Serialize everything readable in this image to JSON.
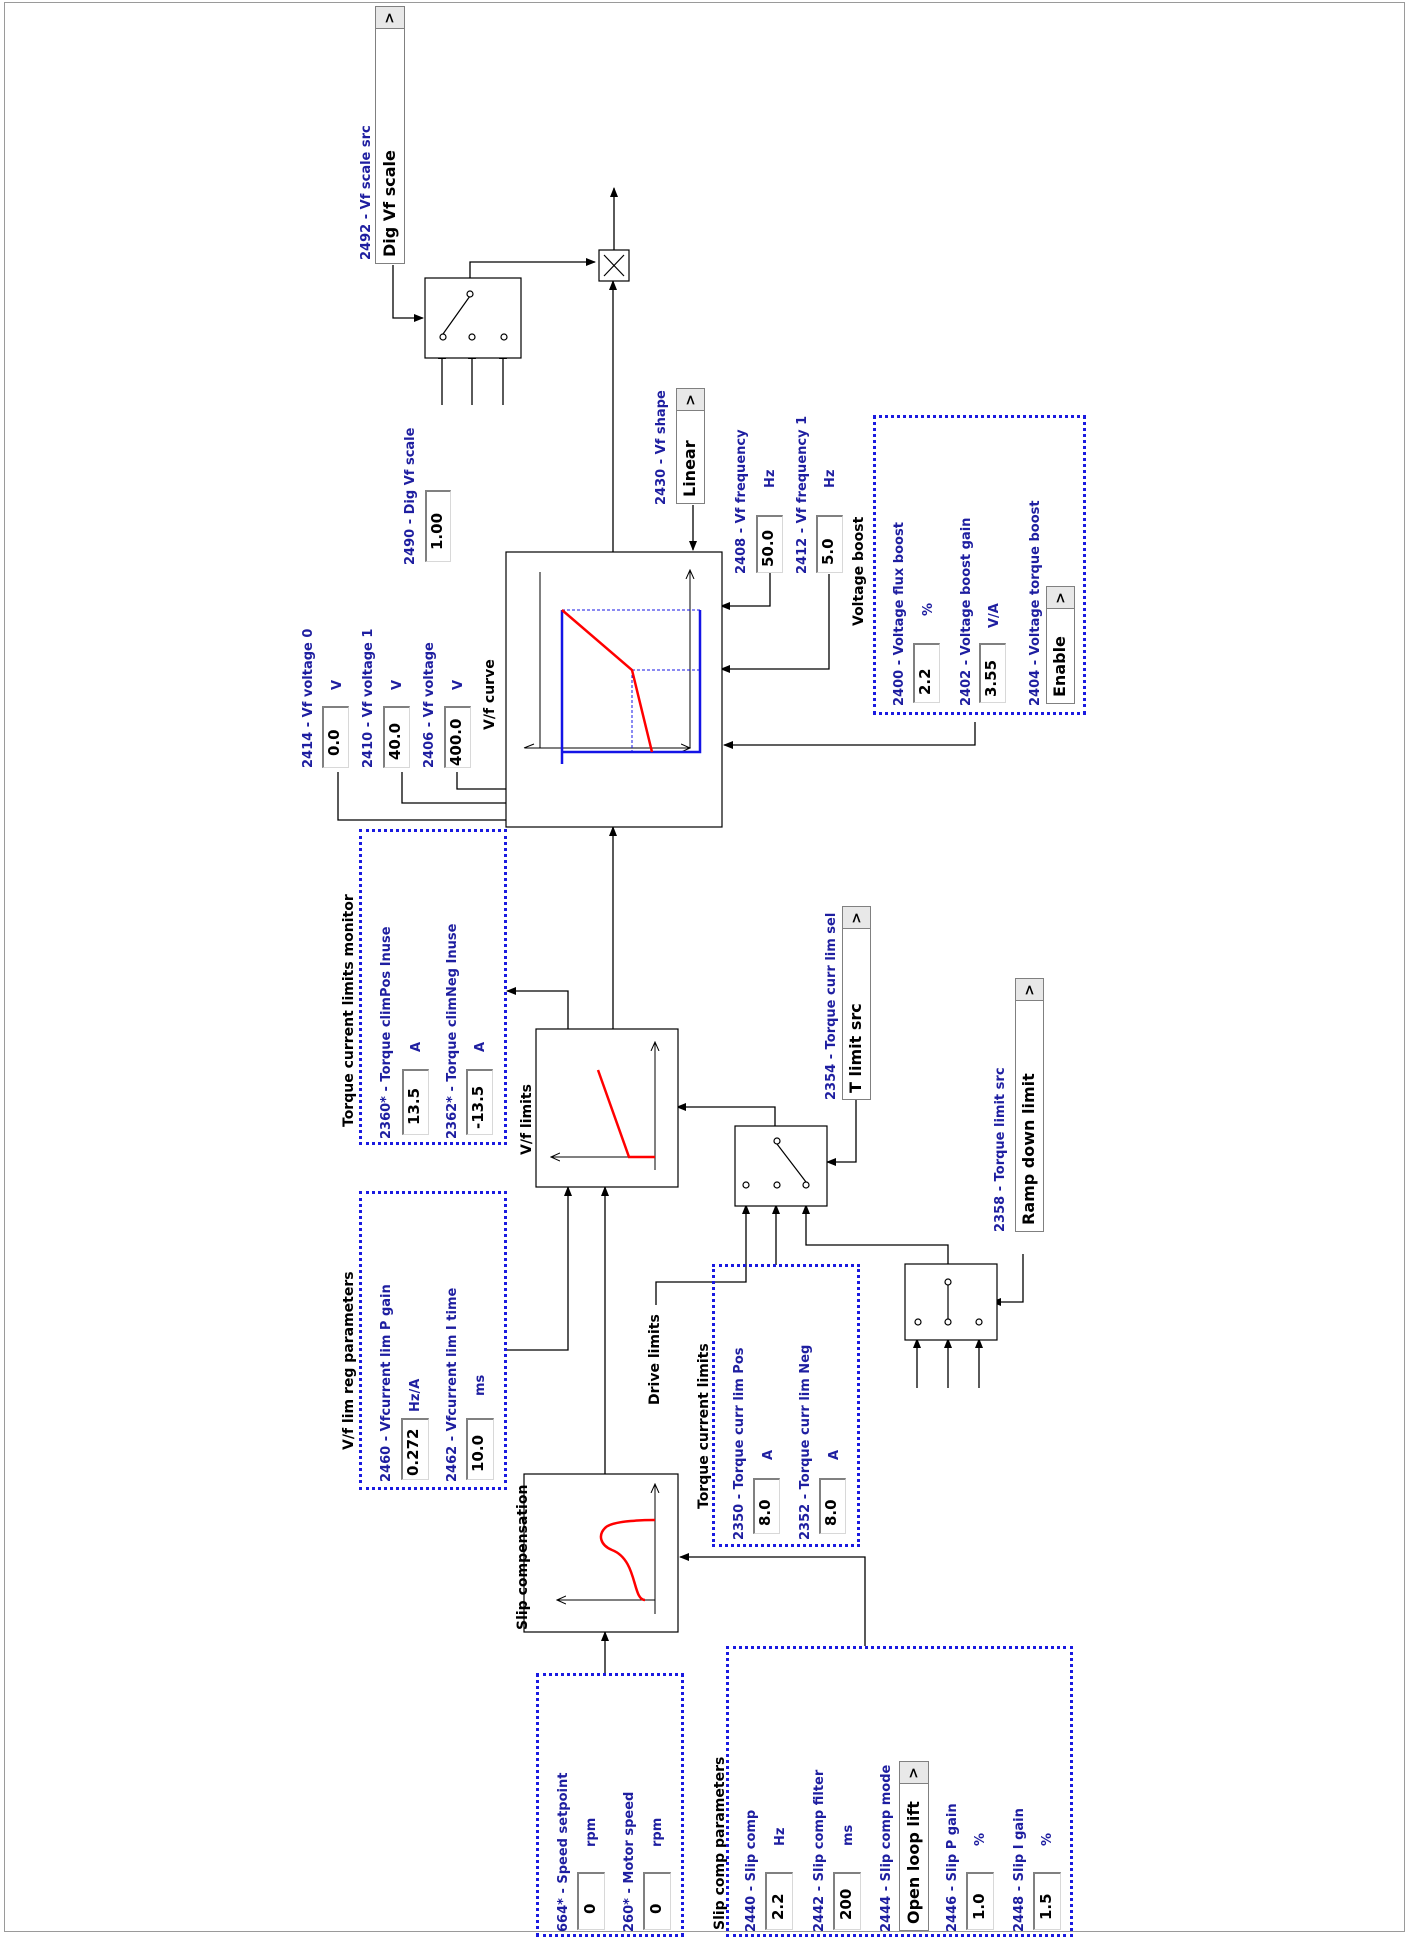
{
  "vf_scale_src": {
    "label": "2492 - Vf scale src",
    "value": "Dig Vf scale"
  },
  "dig_vf_scale": {
    "label": "2490 - Dig Vf scale",
    "value": "1.00"
  },
  "vf_shape": {
    "label": "2430 - Vf shape",
    "value": "Linear"
  },
  "vf_frequency": {
    "label": "2408 - Vf frequency",
    "value": "50.0",
    "unit": "Hz"
  },
  "vf_frequency1": {
    "label": "2412 - Vf frequency 1",
    "value": "5.0",
    "unit": "Hz"
  },
  "voltage_boost": {
    "title": "Voltage boost",
    "flux_boost": {
      "label": "2400 - Voltage flux boost",
      "value": "2.2",
      "unit": "%"
    },
    "boost_gain": {
      "label": "2402 - Voltage boost gain",
      "value": "3.55",
      "unit": "V/A"
    },
    "torque_boost": {
      "label": "2404 - Voltage torque boost",
      "value": "Enable"
    }
  },
  "vf_voltage0": {
    "label": "2414 - Vf voltage 0",
    "value": "0.0",
    "unit": "V"
  },
  "vf_voltage1": {
    "label": "2410 - Vf voltage 1",
    "value": "40.0",
    "unit": "V"
  },
  "vf_voltage": {
    "label": "2406 - Vf voltage",
    "value": "400.0",
    "unit": "V"
  },
  "vf_curve_title": "V/f curve",
  "tcl_monitor": {
    "title": "Torque current limits monitor",
    "pos": {
      "label": "2360* - Torque climPos Inuse",
      "value": "13.5",
      "unit": "A"
    },
    "neg": {
      "label": "2362* - Torque climNeg Inuse",
      "value": "-13.5",
      "unit": "A"
    }
  },
  "vf_limits_title": "V/f limits",
  "torque_curr_lim_sel": {
    "label": "2354 - Torque curr lim sel",
    "value": "T limit src"
  },
  "torque_limit_src": {
    "label": "2358 - Torque limit src",
    "value": "Ramp down limit"
  },
  "vf_lim_reg": {
    "title": "V/f lim reg parameters",
    "p_gain": {
      "label": "2460 - Vfcurrent lim P gain",
      "value": "0.272",
      "unit": "Hz/A"
    },
    "i_time": {
      "label": "2462 - Vfcurrent lim I time",
      "value": "10.0",
      "unit": "ms"
    }
  },
  "drive_limits": "Drive limits",
  "torque_current_limits": {
    "title": "Torque current limits",
    "pos": {
      "label": "2350 - Torque curr lim Pos",
      "value": "8.0",
      "unit": "A"
    },
    "neg": {
      "label": "2352 - Torque curr lim Neg",
      "value": "8.0",
      "unit": "A"
    }
  },
  "slip_compensation_title": "Slip compensation",
  "speed": {
    "setpoint": {
      "label": "664* - Speed setpoint",
      "value": "0",
      "unit": "rpm"
    },
    "motor": {
      "label": "260* - Motor speed",
      "value": "0",
      "unit": "rpm"
    }
  },
  "slip_comp_params": {
    "title": "Slip comp parameters",
    "comp": {
      "label": "2440 - Slip comp",
      "value": "2.2",
      "unit": "Hz"
    },
    "filter": {
      "label": "2442 - Slip comp filter",
      "value": "200",
      "unit": "ms"
    },
    "mode": {
      "label": "2444 - Slip comp mode",
      "value": "Open loop lift"
    },
    "p_gain": {
      "label": "2446 - Slip P gain",
      "value": "1.0",
      "unit": "%"
    },
    "i_gain": {
      "label": "2448 - Slip I gain",
      "value": "1.5",
      "unit": "%"
    }
  },
  "colors": {
    "label": "#1e1ea0",
    "dotted_border": "#1a1ae0",
    "curve_red": "#ff0000",
    "curve_blue": "#1414e6"
  }
}
